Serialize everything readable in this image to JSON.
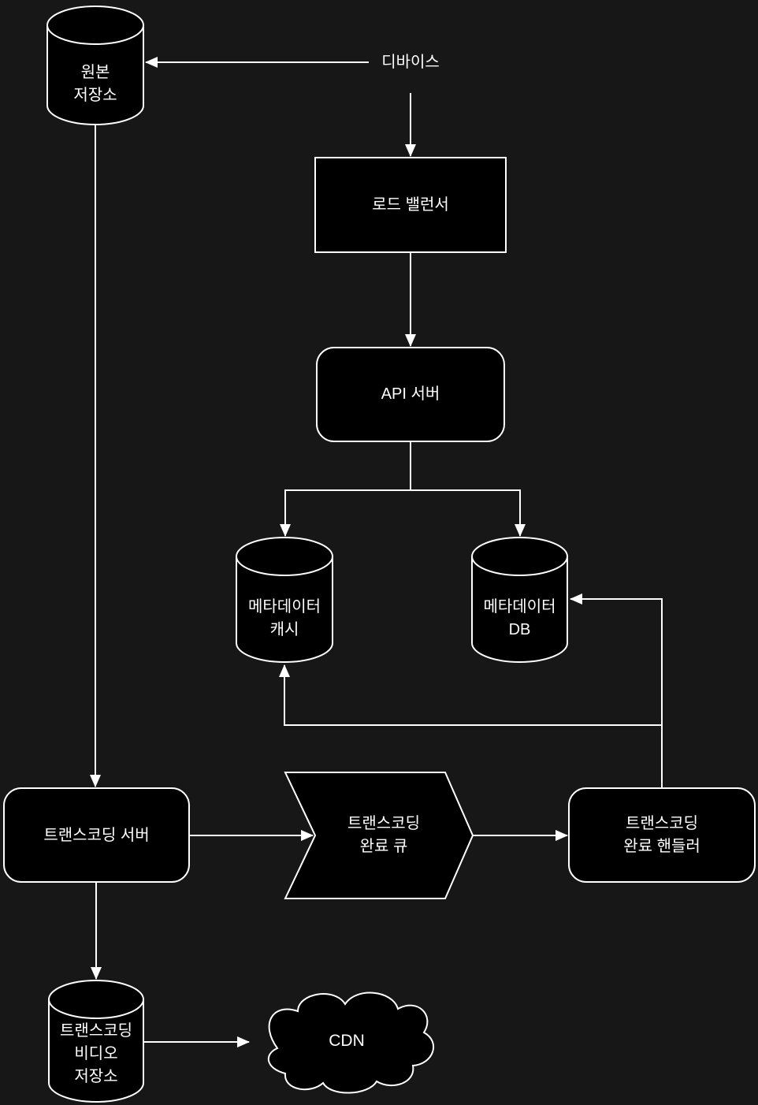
{
  "diagram": {
    "title": "video-transcoding-architecture",
    "colors": {
      "background": "#171717",
      "node_fill": "#000000",
      "stroke": "#ffffff",
      "text": "#ffffff"
    },
    "nodes": {
      "original_storage": {
        "label": "원본\n저장소",
        "type": "cylinder"
      },
      "device": {
        "label": "디바이스",
        "type": "text"
      },
      "load_balancer": {
        "label": "로드 밸런서",
        "type": "rect"
      },
      "api_server": {
        "label": "API 서버",
        "type": "rounded-rect"
      },
      "metadata_cache": {
        "label": "메타데이터\n캐시",
        "type": "cylinder"
      },
      "metadata_db": {
        "label": "메타데이터\nDB",
        "type": "cylinder"
      },
      "transcoding_server": {
        "label": "트랜스코딩 서버",
        "type": "rounded-rect"
      },
      "transcoding_complete_queue": {
        "label": "트랜스코딩\n완료 큐",
        "type": "queue-arrow"
      },
      "transcoding_complete_handler": {
        "label": "트랜스코딩\n완료 핸들러",
        "type": "rounded-rect"
      },
      "transcoded_video_storage": {
        "label": "트랜스코딩\n비디오\n저장소",
        "type": "cylinder"
      },
      "cdn": {
        "label": "CDN",
        "type": "cloud"
      }
    },
    "edges": [
      {
        "from": "device",
        "to": "original_storage"
      },
      {
        "from": "device",
        "to": "load_balancer"
      },
      {
        "from": "load_balancer",
        "to": "api_server"
      },
      {
        "from": "api_server",
        "to": "metadata_cache"
      },
      {
        "from": "api_server",
        "to": "metadata_db"
      },
      {
        "from": "original_storage",
        "to": "transcoding_server"
      },
      {
        "from": "transcoding_server",
        "to": "transcoding_complete_queue"
      },
      {
        "from": "transcoding_complete_queue",
        "to": "transcoding_complete_handler"
      },
      {
        "from": "transcoding_complete_handler",
        "to": "metadata_db"
      },
      {
        "from": "transcoding_complete_handler",
        "to": "metadata_cache"
      },
      {
        "from": "transcoding_server",
        "to": "transcoded_video_storage"
      },
      {
        "from": "transcoded_video_storage",
        "to": "cdn"
      }
    ]
  }
}
